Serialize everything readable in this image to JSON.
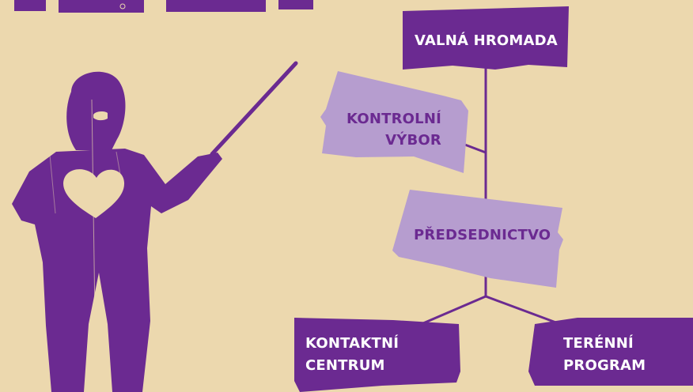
{
  "colors": {
    "background": "#ecd8ae",
    "primary_purple": "#6b2a91",
    "light_purple": "#b69dcf",
    "white": "#ffffff"
  },
  "org_chart": {
    "general_assembly": "VALNÁ HROMADA",
    "control_committee": [
      "KONTROLNÍ",
      "VÝBOR"
    ],
    "presidium": "PŘEDSEDNICTVO",
    "contact_center": [
      "KONTAKTNÍ",
      "CENTRUM"
    ],
    "field_program": [
      "TERÉNNÍ",
      "PROGRAM"
    ]
  },
  "illustration": {
    "figure": "presenter-figure",
    "pointer": "pointer-stick",
    "heart": "heart-shape"
  }
}
